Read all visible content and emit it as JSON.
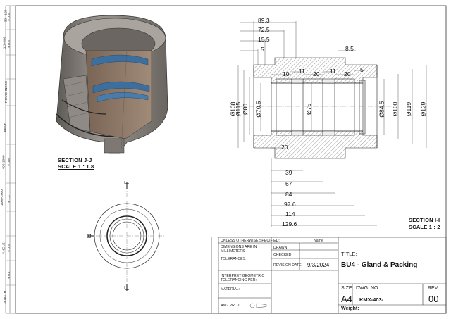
{
  "title_block": {
    "unless_otherwise": "UNLESS OTHERWISE SPECIFIED:",
    "name_header": "Name",
    "dimensions_in": "DIMENSIONS ARE IN",
    "millimeters": "MILLIMETERS",
    "tolerances": "TOLERANCES:",
    "drawn": "DRAWN",
    "checked": "CHECKED",
    "revision_date_label": "REVISION DATE",
    "revision_date": "9/3/2024",
    "interpret_1": "INTERPRET GEOMETRIC",
    "interpret_2": "TOLERANCING PER:",
    "material": "MATERIAL:",
    "ang_proj": "ANG.PROJ.",
    "title_label": "TITLE:",
    "title": "BU4 - Gland & Packing",
    "size_label": "SIZE",
    "dwg_no_label": "DWG.  NO.",
    "rev_label": "REV",
    "size": "A4",
    "dwg_no": "KMX-403-",
    "rev": "00",
    "weight": "Weight:"
  },
  "section_jj": {
    "name": "SECTION J-J",
    "scale": "SCALE 1 : 1.8"
  },
  "section_ii": {
    "name": "SECTION I-I",
    "scale": "SCALE 1 : 2"
  },
  "end_view": {
    "top_label": "I",
    "bottom_label": "I",
    "left_label": "J"
  },
  "dims_top": [
    "89.3",
    "72.5",
    "15.5",
    "5",
    "8.5"
  ],
  "dims_inner_top": [
    "10",
    "11",
    "20",
    "11",
    "20",
    "5"
  ],
  "dims_left_dia": [
    "Ø138",
    "Ø115",
    "Ø80",
    "Ø70.5"
  ],
  "dims_mid_dia": [
    "Ø75"
  ],
  "dims_right_dia": [
    "Ø84.5",
    "Ø100",
    "Ø119",
    "Ø129"
  ],
  "dims_bottom_inner": [
    "20"
  ],
  "dims_bottom": [
    "39",
    "67",
    "84",
    "97.6",
    "114",
    "129.6"
  ],
  "zone_labels": [
    "30 - 120",
    "± 0.3",
    "120-400",
    "± 0.5",
    "ROUGHNESS",
    "BEND",
    "400-1000",
    "± 0.8",
    "1000-2000",
    "± 1.2",
    "LENGTH",
    "± 0.1",
    "ANGLE",
    "± 0.5"
  ],
  "colors": {
    "metal": "#8a8580",
    "metal_dark": "#5f5b57",
    "seal_blue": "#3d6f9e",
    "seal_brown": "#8a6a55",
    "hatch": "#555555"
  }
}
